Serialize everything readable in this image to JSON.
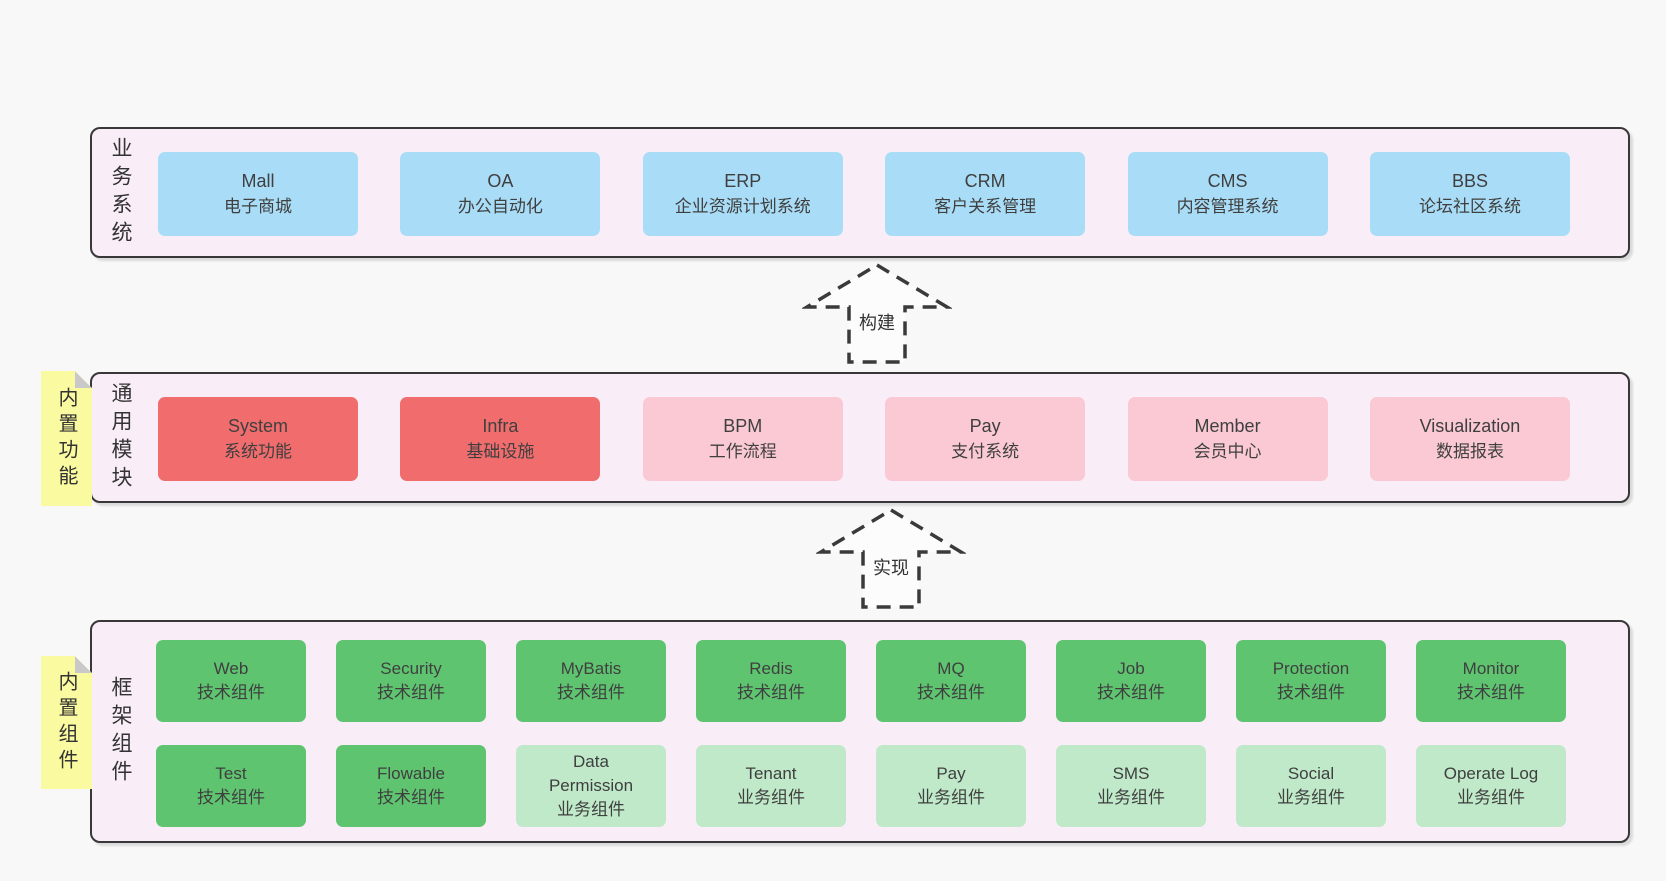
{
  "colors": {
    "page_bg": "#f8f8f8",
    "container_bg": "#f9eef8",
    "container_border": "#383838",
    "blue_node": "#a9dcf6",
    "red_node": "#f16c6d",
    "pink_node": "#fac9d3",
    "green_node": "#5fc470",
    "light_green_node": "#bfe9c9",
    "sticky_bg": "#fafaa0",
    "sticky_fold": "#c9c9c9",
    "text": "#3a3a3a"
  },
  "business": {
    "label": "业务系统",
    "nodes": [
      {
        "name": "Mall",
        "desc": "电子商城"
      },
      {
        "name": "OA",
        "desc": "办公自动化"
      },
      {
        "name": "ERP",
        "desc": "企业资源计划系统"
      },
      {
        "name": "CRM",
        "desc": "客户关系管理"
      },
      {
        "name": "CMS",
        "desc": "内容管理系统"
      },
      {
        "name": "BBS",
        "desc": "论坛社区系统"
      }
    ]
  },
  "arrows": {
    "build": "构建",
    "implement": "实现"
  },
  "modules": {
    "sticky": "内置功能",
    "label": "通用模块",
    "nodes": [
      {
        "name": "System",
        "desc": "系统功能"
      },
      {
        "name": "Infra",
        "desc": "基础设施"
      },
      {
        "name": "BPM",
        "desc": "工作流程"
      },
      {
        "name": "Pay",
        "desc": "支付系统"
      },
      {
        "name": "Member",
        "desc": "会员中心"
      },
      {
        "name": "Visualization",
        "desc": "数据报表"
      }
    ]
  },
  "framework": {
    "sticky": "内置组件",
    "label": "框架组件",
    "row1": [
      {
        "name": "Web",
        "desc": "技术组件"
      },
      {
        "name": "Security",
        "desc": "技术组件"
      },
      {
        "name": "MyBatis",
        "desc": "技术组件"
      },
      {
        "name": "Redis",
        "desc": "技术组件"
      },
      {
        "name": "MQ",
        "desc": "技术组件"
      },
      {
        "name": "Job",
        "desc": "技术组件"
      },
      {
        "name": "Protection",
        "desc": "技术组件"
      },
      {
        "name": "Monitor",
        "desc": "技术组件"
      }
    ],
    "row2": [
      {
        "name": "Test",
        "desc": "技术组件"
      },
      {
        "name": "Flowable",
        "desc": "技术组件"
      },
      {
        "name": "Data Permission",
        "desc": "业务组件"
      },
      {
        "name": "Tenant",
        "desc": "业务组件"
      },
      {
        "name": "Pay",
        "desc": "业务组件"
      },
      {
        "name": "SMS",
        "desc": "业务组件"
      },
      {
        "name": "Social",
        "desc": "业务组件"
      },
      {
        "name": "Operate Log",
        "desc": "业务组件"
      }
    ]
  }
}
